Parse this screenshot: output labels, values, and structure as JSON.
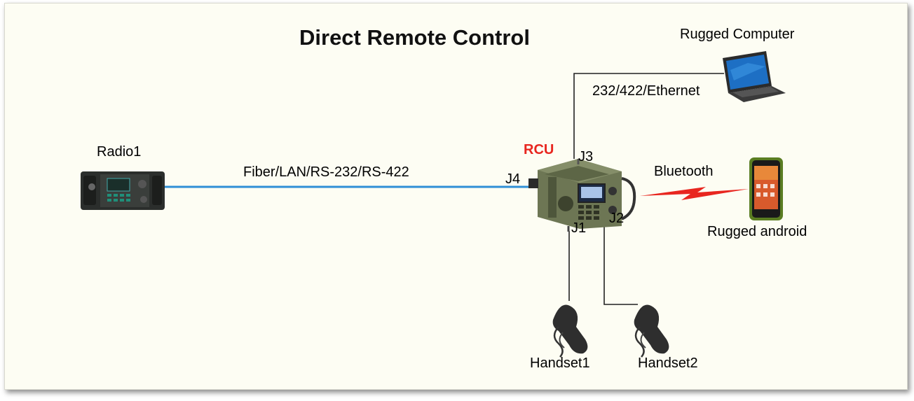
{
  "title": "Direct Remote Control",
  "nodes": {
    "radio": "Radio1",
    "rcu": "RCU",
    "computer": "Rugged Computer",
    "android": "Rugged android",
    "handset1": "Handset1",
    "handset2": "Handset2"
  },
  "links": {
    "radio_rcu": "Fiber/LAN/RS-232/RS-422",
    "rcu_computer": "232/422/Ethernet",
    "rcu_android": "Bluetooth"
  },
  "ports": {
    "j1": "J1",
    "j2": "J2",
    "j3": "J3",
    "j4": "J4"
  },
  "colors": {
    "rcu_label": "#e8261f",
    "link_blue": "#2f8fd6",
    "bluetooth": "#e8261f",
    "background": "#fdfdf3"
  },
  "icons": [
    "radio-icon",
    "rcu-icon",
    "laptop-icon",
    "android-phone-icon",
    "handset-icon"
  ]
}
